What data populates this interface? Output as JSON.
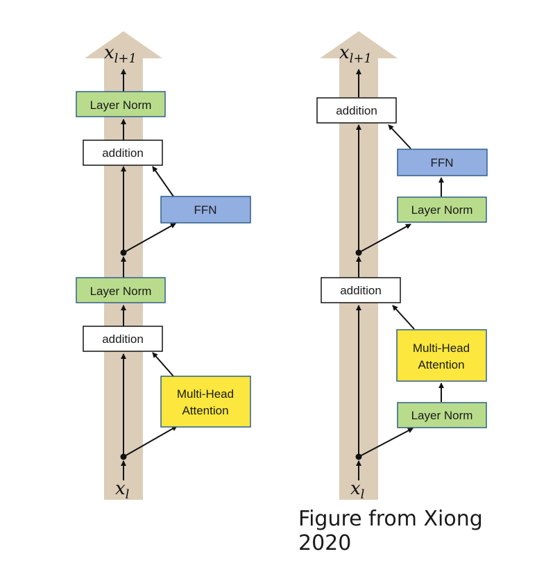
{
  "caption": "Figure from Xiong 2020",
  "colors": {
    "stream": "#dccdb8",
    "layer_norm": "#b9dc8c",
    "ffn": "#93aee0",
    "attention": "#fbe73d",
    "addition": "#ffffff",
    "border": "#2f5f8a",
    "arrow": "#111111"
  },
  "left": {
    "output_label": "x_{l+1}",
    "input_label": "x_l",
    "layer_norm_top": "Layer Norm",
    "addition_top": "addition",
    "ffn": "FFN",
    "layer_norm_mid": "Layer Norm",
    "addition_bottom": "addition",
    "attention_line1": "Multi-Head",
    "attention_line2": "Attention"
  },
  "right": {
    "output_label": "x_{l+1}",
    "input_label": "x_l",
    "addition_top": "addition",
    "ffn": "FFN",
    "layer_norm_top": "Layer Norm",
    "addition_bottom": "addition",
    "attention_line1": "Multi-Head",
    "attention_line2": "Attention",
    "layer_norm_bottom": "Layer Norm"
  }
}
